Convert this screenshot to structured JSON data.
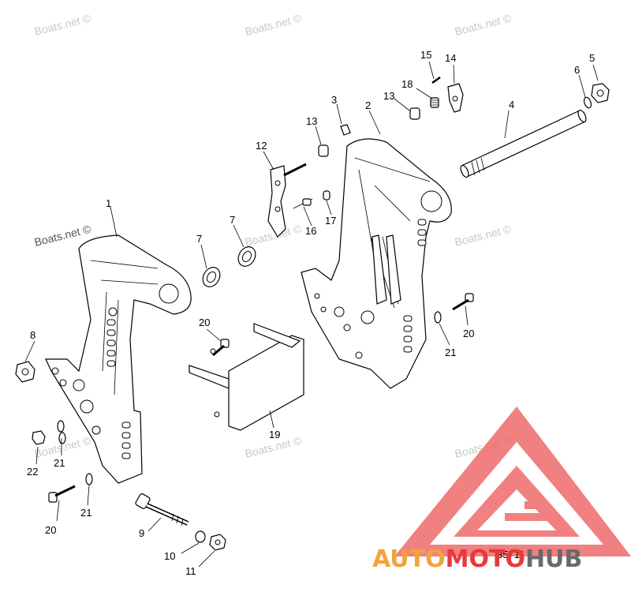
{
  "watermarks": [
    "Boats.net ©",
    "Boats.net ©",
    "Boats.net ©",
    "Boats.net ©",
    "Boats.net ©",
    "Boats.net ©",
    "Boats.net ©",
    "Boats.net ©",
    "Boats.net ©"
  ],
  "callouts": [
    "1",
    "2",
    "3",
    "4",
    "5",
    "6",
    "7",
    "7",
    "8",
    "9",
    "10",
    "11",
    "12",
    "13",
    "13",
    "14",
    "15",
    "16",
    "17",
    "18",
    "19",
    "20",
    "20",
    "20",
    "21",
    "21",
    "21",
    "22"
  ],
  "diagram_code": "35711",
  "logo": {
    "part1": "AUTO",
    "part2": "MOTO",
    "part3": "HUB",
    "colors": {
      "orange": "#f2a33a",
      "red": "#e63a3a",
      "gray": "#6a6a6a"
    }
  }
}
